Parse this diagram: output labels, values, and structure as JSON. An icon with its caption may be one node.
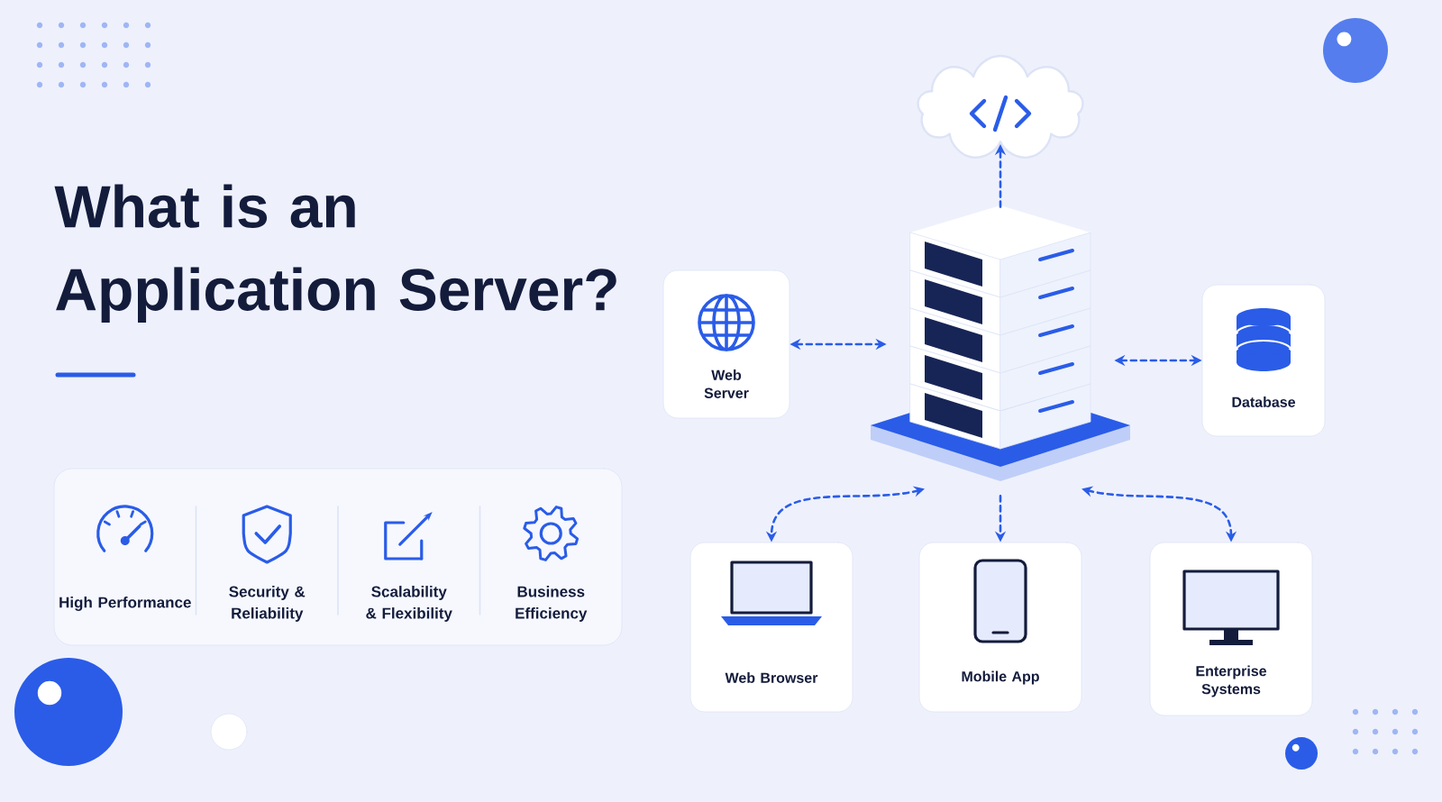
{
  "diagram": {
    "title": "What is an Application Server?",
    "nodes": [
      {
        "text": [],
        "shape": "cloud"
      },
      {
        "text": [],
        "shape": "picture"
      },
      {
        "text": [
          "Web Server"
        ]
      },
      {
        "text": [
          "Database"
        ]
      },
      {
        "text": [
          "Web Browser"
        ]
      },
      {
        "text": [
          "Mobile App"
        ]
      },
      {
        "text": [
          "Enterprise Systems"
        ]
      },
      {
        "text": [
          "High Performance",
          "Security & Reliability",
          "Scalability & Flexibility",
          "Business Efficiency"
        ]
      }
    ],
    "edges": [
      {
        "from": 1,
        "to": 0,
        "arrow": "to",
        "style": "dashed"
      },
      {
        "from": 2,
        "to": 1,
        "arrow": "both",
        "style": "dashed"
      },
      {
        "from": 1,
        "to": 3,
        "arrow": "both",
        "style": "dashed"
      },
      {
        "from": 1,
        "to": 4,
        "arrow": "both",
        "style": "dashed"
      },
      {
        "from": 1,
        "to": 5,
        "arrow": "to",
        "style": "dashed"
      },
      {
        "from": 1,
        "to": 6,
        "arrow": "both",
        "style": "dashed"
      }
    ]
  }
}
